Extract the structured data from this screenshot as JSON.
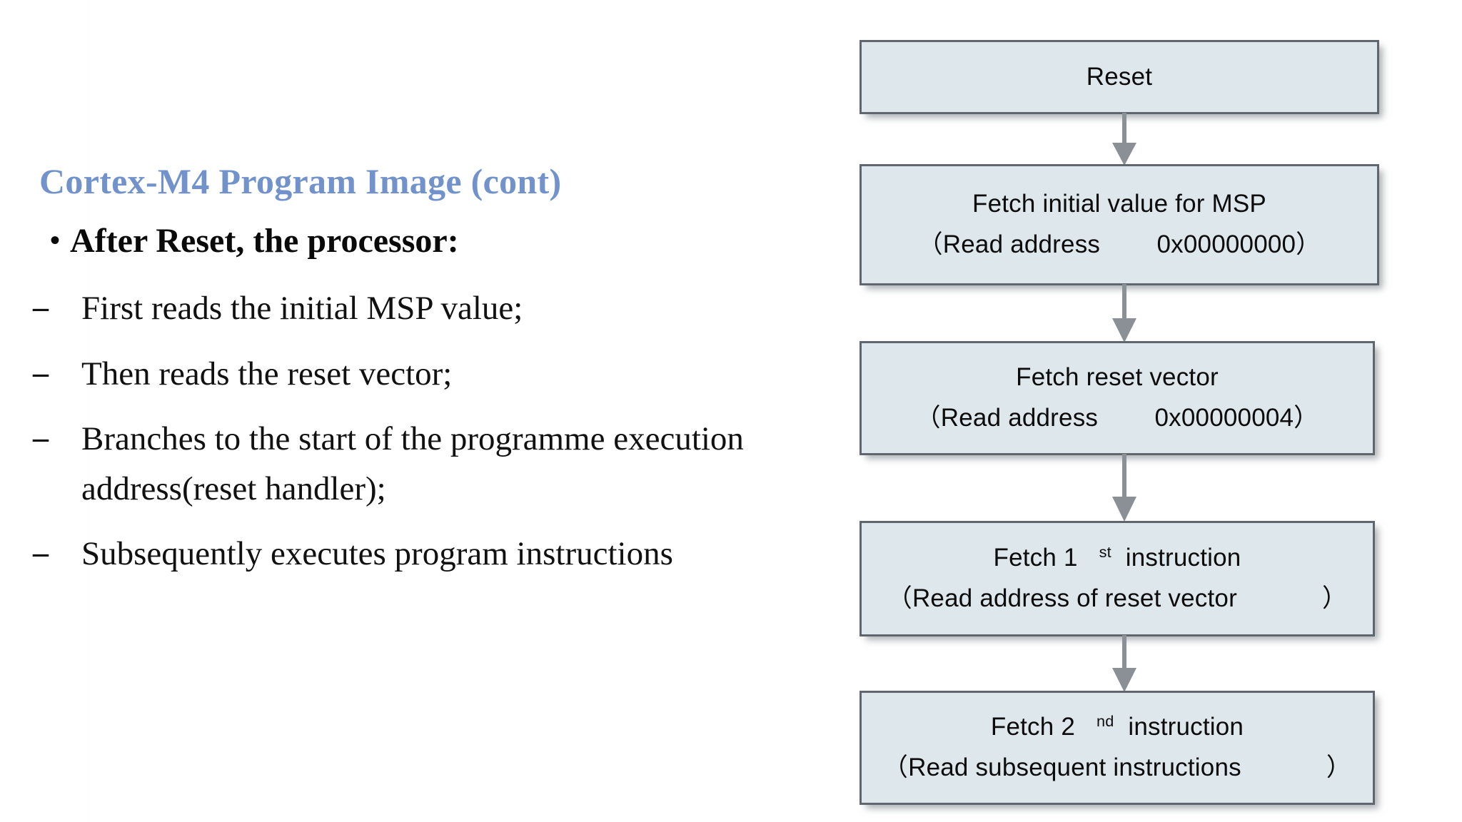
{
  "slide": {
    "title": "Cortex-M4 Program Image (cont)",
    "title_color": "#7292CC",
    "lead_bullet": "After Reset, the processor:",
    "bullet_marker": "•",
    "dash_marker": "–",
    "sub_items": [
      "First reads the initial MSP value;",
      "Then reads the reset vector;",
      "Branches to the start of the programme execution address(reset handler);",
      "Subsequently executes program instructions"
    ]
  },
  "flowchart": {
    "box_fill": "#DEE7EC",
    "box_border": "#5F666D",
    "arrow_color": "#8B9096",
    "boxes": [
      {
        "id": "reset",
        "line1": "Reset",
        "line2": ""
      },
      {
        "id": "fetch-msp",
        "line1": "Fetch initial value for MSP",
        "line2": "（Read address        0x00000000）"
      },
      {
        "id": "fetch-reset-vector",
        "line1": "Fetch reset vector",
        "line2": "（Read address        0x00000004）"
      },
      {
        "id": "fetch-first-instruction",
        "line1_pre": "Fetch 1",
        "line1_sup": "st",
        "line1_post": "  instruction",
        "line2": "（Read address of reset vector            ）"
      },
      {
        "id": "fetch-second-instruction",
        "line1_pre": "Fetch 2",
        "line1_sup": "nd",
        "line1_post": "  instruction",
        "line2": "（Read subsequent instructions            ）"
      }
    ],
    "arrows": [
      {
        "id": "arrow-reset-to-msp"
      },
      {
        "id": "arrow-msp-to-vector"
      },
      {
        "id": "arrow-vector-to-first"
      },
      {
        "id": "arrow-first-to-second"
      }
    ]
  }
}
